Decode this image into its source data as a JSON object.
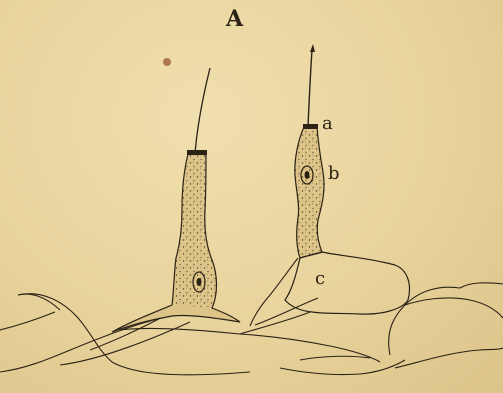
{
  "figure": {
    "title": "A",
    "labels": {
      "a": "a",
      "b": "b",
      "c": "c"
    },
    "colors": {
      "paper": "#e9d59f",
      "cell_fill": "#ddc488",
      "ink": "#2b2216",
      "stain_spot": "#a2683d"
    }
  }
}
